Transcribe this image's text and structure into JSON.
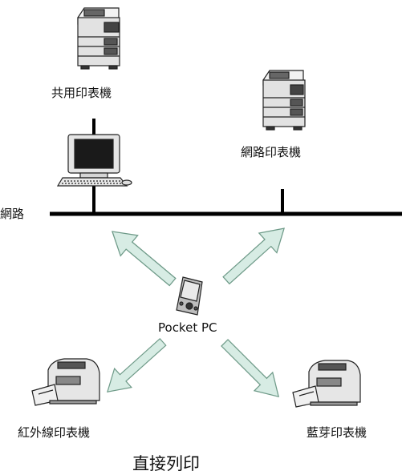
{
  "labels": {
    "shared_printer": "共用印表機",
    "network_printer": "網路印表機",
    "network": "網路",
    "device": "Pocket PC",
    "infrared_printer": "紅外線印表機",
    "bluetooth_printer": "藍芽印表機",
    "caption": "直接列印"
  },
  "colors": {
    "line": "#000000",
    "arrow_fill": "#d7ece4",
    "arrow_stroke": "#6e9a88"
  },
  "icons": [
    "shared-printer-icon",
    "network-printer-icon",
    "computer-icon",
    "pocket-pc-icon",
    "infrared-printer-icon",
    "bluetooth-printer-icon"
  ]
}
